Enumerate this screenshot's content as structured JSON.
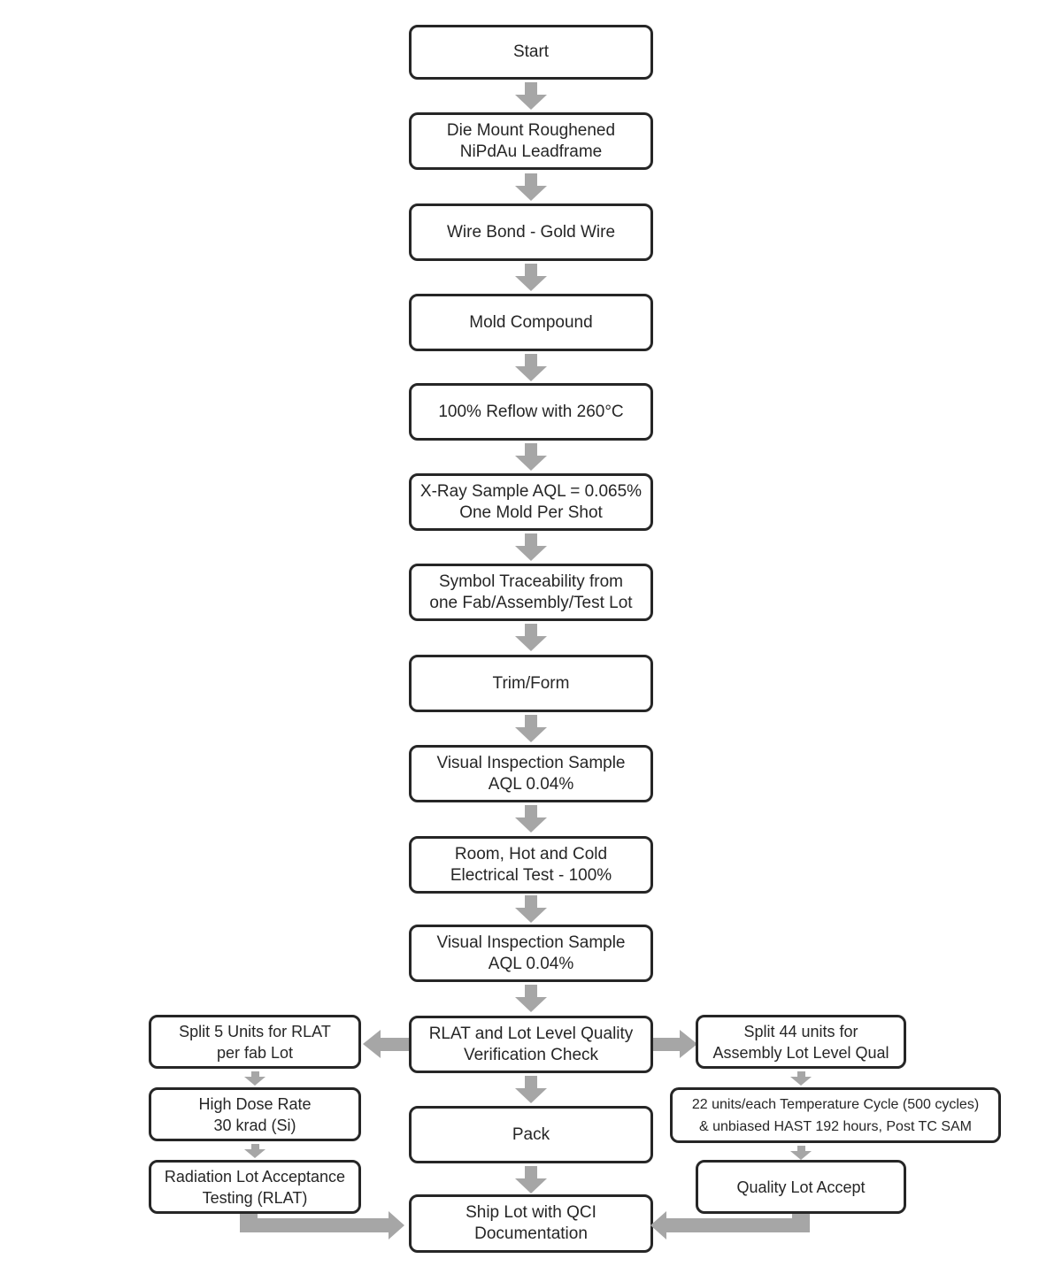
{
  "colors": {
    "background": "#ffffff",
    "box_fill": "#ffffff",
    "box_border": "#262626",
    "text": "#262626",
    "arrow": "#a6a6a6"
  },
  "flowchart": {
    "main_column": [
      {
        "id": "start",
        "lines": [
          "Start"
        ]
      },
      {
        "id": "die-mount",
        "lines": [
          "Die Mount Roughened",
          "NiPdAu Leadframe"
        ]
      },
      {
        "id": "wire-bond",
        "lines": [
          "Wire Bond - Gold Wire"
        ]
      },
      {
        "id": "mold-compound",
        "lines": [
          "Mold Compound"
        ]
      },
      {
        "id": "reflow",
        "lines": [
          "100% Reflow with 260°C"
        ]
      },
      {
        "id": "xray-sample",
        "lines": [
          "X-Ray Sample AQL = 0.065%",
          "One Mold Per Shot"
        ]
      },
      {
        "id": "symbol-traceability",
        "lines": [
          "Symbol Traceability from",
          "one Fab/Assembly/Test Lot"
        ]
      },
      {
        "id": "trim-form",
        "lines": [
          "Trim/Form"
        ]
      },
      {
        "id": "visual-inspection-1",
        "lines": [
          "Visual Inspection Sample",
          "AQL 0.04%"
        ]
      },
      {
        "id": "electrical-test",
        "lines": [
          "Room, Hot and Cold",
          "Electrical Test - 100%"
        ]
      },
      {
        "id": "visual-inspection-2",
        "lines": [
          "Visual Inspection Sample",
          "AQL 0.04%"
        ]
      },
      {
        "id": "rlat-verification-check",
        "lines": [
          "RLAT and Lot Level Quality",
          "Verification Check"
        ]
      },
      {
        "id": "pack",
        "lines": [
          "Pack"
        ]
      },
      {
        "id": "ship-lot",
        "lines": [
          "Ship Lot with QCI",
          "Documentation"
        ]
      }
    ],
    "left_branch": [
      {
        "id": "split-5-units",
        "lines": [
          "Split 5 Units for RLAT",
          "per fab Lot"
        ]
      },
      {
        "id": "high-dose-rate",
        "lines": [
          "High Dose Rate",
          "30 krad (Si)"
        ]
      },
      {
        "id": "rlat-testing",
        "lines": [
          "Radiation Lot Acceptance",
          "Testing (RLAT)"
        ]
      }
    ],
    "right_branch": [
      {
        "id": "split-44-units",
        "lines": [
          "Split 44 units for",
          "Assembly Lot Level Qual"
        ]
      },
      {
        "id": "temp-cycle-hast",
        "lines": [
          "22 units/each Temperature Cycle (500 cycles)",
          "& unbiased HAST 192 hours, Post TC SAM"
        ]
      },
      {
        "id": "quality-lot-accept",
        "lines": [
          "Quality Lot Accept"
        ]
      }
    ]
  }
}
